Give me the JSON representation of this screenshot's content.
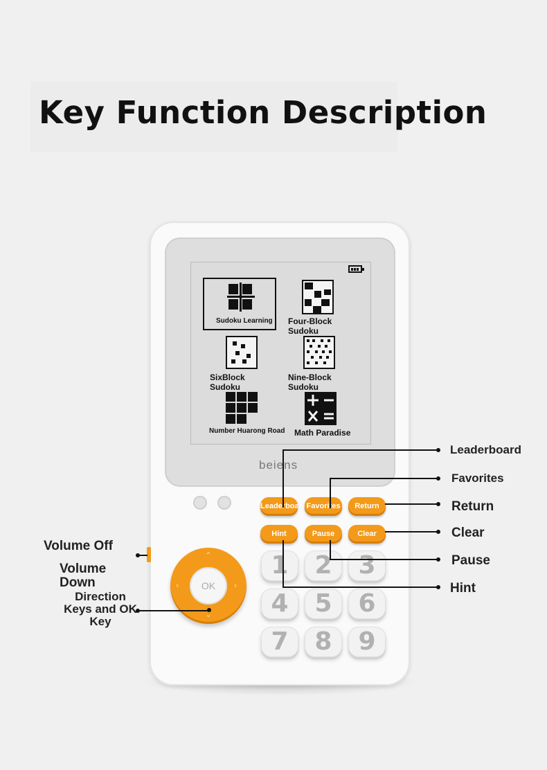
{
  "title": "Key Function Description",
  "brand": "beiens",
  "colors": {
    "accent_orange": "#f39a1a",
    "device_body": "#fafafa",
    "screen": "#dcdcdc"
  },
  "screen_menu": {
    "items": [
      {
        "label": "Sudoku Learning",
        "icon": "cross-grid-icon",
        "selected": true
      },
      {
        "label": "Four-Block Sudoku",
        "icon": "four-block-grid-icon"
      },
      {
        "label": "SixBlock Sudoku",
        "icon": "six-block-grid-icon"
      },
      {
        "label": "Nine-Block Sudoku",
        "icon": "nine-block-grid-icon"
      },
      {
        "label": "Number Huarong Road",
        "icon": "huarong-grid-icon"
      },
      {
        "label": "Math Paradise",
        "icon": "math-symbols-icon"
      }
    ]
  },
  "buttons": {
    "leaderboard": "Leaderboard",
    "favorites": "Favorites",
    "return": "Return",
    "hint": "Hint",
    "pause": "Pause",
    "clear": "Clear",
    "ok": "OK"
  },
  "keypad": [
    "1",
    "2",
    "3",
    "4",
    "5",
    "6",
    "7",
    "8",
    "9"
  ],
  "callouts": {
    "leaderboard": "Leaderboard",
    "favorites": "Favorites",
    "return": "Return",
    "clear": "Clear",
    "pause": "Pause",
    "hint": "Hint",
    "volume_off": "Volume Off",
    "volume_down": "Volume Down",
    "direction_keys": "Direction Keys and OK Key"
  }
}
